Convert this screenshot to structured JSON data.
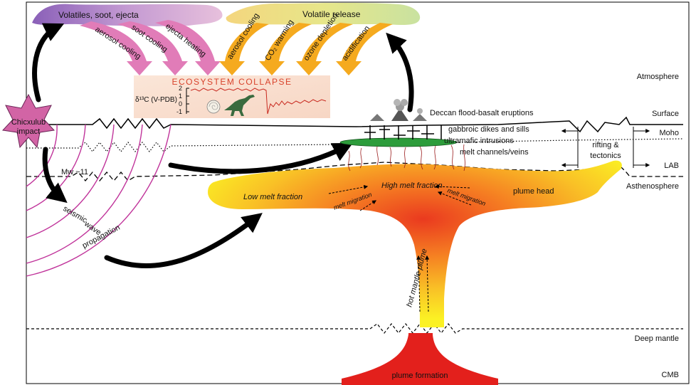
{
  "layers": {
    "atmosphere": "Atmosphere",
    "surface": "Surface",
    "moho": "Moho",
    "lab": "LAB",
    "asthenosphere": "Asthenosphere",
    "deep_mantle": "Deep mantle",
    "cmb": "CMB"
  },
  "clouds": {
    "volatiles_soot_ejecta": "Volatiles, soot, ejecta",
    "volatile_release": "Volatile release"
  },
  "left_arrows": [
    "aerosol cooling",
    "soot cooling",
    "ejecta heating"
  ],
  "right_arrows": [
    "aerosol cooling",
    "CO₂ warming",
    "ozone depletion",
    "acidification"
  ],
  "ecosystem": {
    "title": "ECOSYSTEM COLLAPSE",
    "axis_label": "δ¹³C (V-PDB)",
    "ticks": [
      "2",
      "1",
      "0",
      "-1"
    ]
  },
  "impact": {
    "label_line1": "Chicxulub",
    "label_line2": "impact",
    "magnitude": "Mw ~11"
  },
  "seismic_words": [
    "seismic",
    "wave",
    "propagation"
  ],
  "features": {
    "deccan": "Deccan flood-basalt eruptions",
    "dikes": "gabbroic dikes and sills",
    "intrusions": "ultramafic intrusions",
    "melt_channels": "melt channels/veins",
    "rifting_line1": "rifting &",
    "rifting_line2": "tectonics"
  },
  "plume": {
    "low_melt": "Low melt fraction",
    "high_melt": "High melt fraction",
    "melt_migration": "melt migration",
    "plume_head": "plume head",
    "hot_mantle_plume": "hot mantle plume",
    "plume_formation": "plume formation"
  },
  "colors": {
    "left_cloud": "#a986c8",
    "right_cloud": "#e7dc7d",
    "left_arrow": "#e17cb8",
    "right_arrow": "#f5aa1f",
    "star": "#d264a5",
    "seismic": "#c0339a",
    "plume_yellow": "#fbf124",
    "plume_red": "#e8241e",
    "intrusion": "#2d9c3b",
    "ecosystem_text": "#d9432c"
  }
}
